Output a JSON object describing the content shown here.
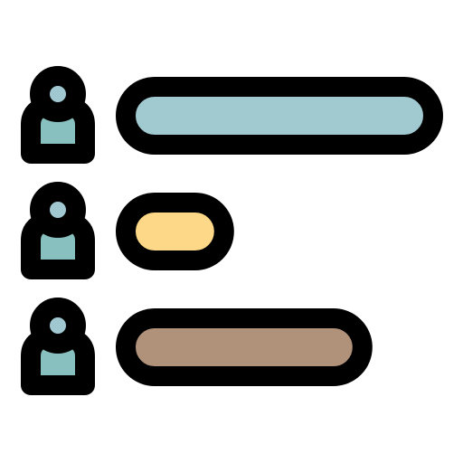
{
  "icon": {
    "name": "user-ranking-bars-icon",
    "outline_color": "#000000",
    "head_fill": "#a0c8d0",
    "body_fill": "#88c0bf",
    "rows": [
      {
        "icon": "user-icon",
        "bar_fill": "#a0c9d0",
        "bar_level": 1.0
      },
      {
        "icon": "user-icon",
        "bar_fill": "#fcd888",
        "bar_level": 0.32
      },
      {
        "icon": "user-icon",
        "bar_fill": "#b0917a",
        "bar_level": 0.77
      }
    ]
  }
}
